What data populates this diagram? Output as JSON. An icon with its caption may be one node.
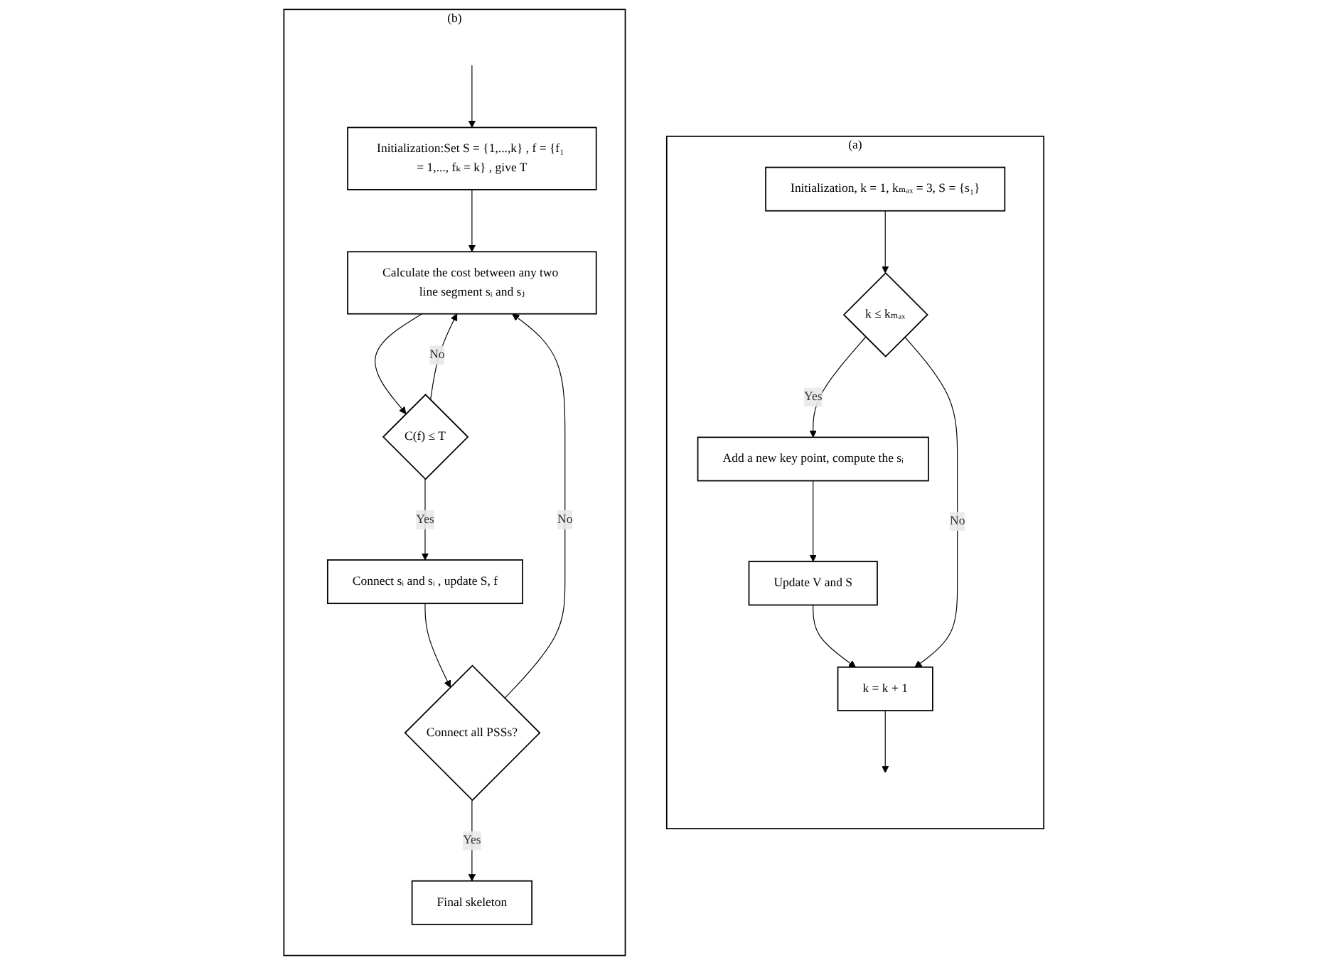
{
  "diagram": {
    "nodes": [
      {
        "text": [
          "(a)"
        ]
      },
      {
        "text": [
          "Initialization, k = 1, kₘₐₓ = 3, S = {s₁}"
        ],
        "in": 0
      },
      {
        "text": [
          "k ≤ kₘₐₓ"
        ],
        "in": 0
      },
      {
        "text": [
          "Add a new key point, compute the sᵢ"
        ],
        "in": 0
      },
      {
        "text": [
          "Update V and S"
        ],
        "in": 0
      },
      {
        "text": [
          "k = k + 1"
        ],
        "in": 0
      },
      {
        "text": [
          "(b)"
        ]
      },
      {
        "text": [
          "Initialization:Set S = {1,...,k} , f = {f₁ = 1,..., fₖ = k} , give T"
        ],
        "in": 6
      },
      {
        "text": [
          "Calculate the cost between any two line segment sᵢ and sⱼ"
        ],
        "in": 6
      },
      {
        "text": [
          "C(f) ≤ T"
        ],
        "in": 6
      },
      {
        "text": [
          "Connect sᵢ and sᵢ , update S, f"
        ],
        "in": 6
      },
      {
        "text": [
          "Connect all PSSs?"
        ],
        "in": 6
      },
      {
        "text": [
          "Final skeleton"
        ],
        "in": 6
      }
    ],
    "edges": [
      {
        "from": 1,
        "to": 2,
        "arrow": "to"
      },
      {
        "from": 2,
        "to": 3,
        "label": "Yes",
        "arrow": "to"
      },
      {
        "from": 3,
        "to": 4,
        "arrow": "to"
      },
      {
        "from": 4,
        "to": 5,
        "arrow": "to"
      },
      {
        "from": 2,
        "to": 5,
        "label": "No",
        "arrow": "to"
      },
      {
        "from": 5,
        "to": null,
        "arrow": "to"
      },
      {
        "from": null,
        "to": 7,
        "arrow": "to"
      },
      {
        "from": 7,
        "to": 8,
        "arrow": "to"
      },
      {
        "from": 8,
        "to": 9,
        "arrow": "to"
      },
      {
        "from": 9,
        "to": 8,
        "label": "No",
        "arrow": "to"
      },
      {
        "from": 9,
        "to": 10,
        "label": "Yes",
        "arrow": "to"
      },
      {
        "from": 10,
        "to": 11,
        "arrow": "to"
      },
      {
        "from": 11,
        "to": 8,
        "label": "No",
        "arrow": "to"
      },
      {
        "from": 11,
        "to": 12,
        "label": "Yes",
        "arrow": "to"
      }
    ]
  }
}
